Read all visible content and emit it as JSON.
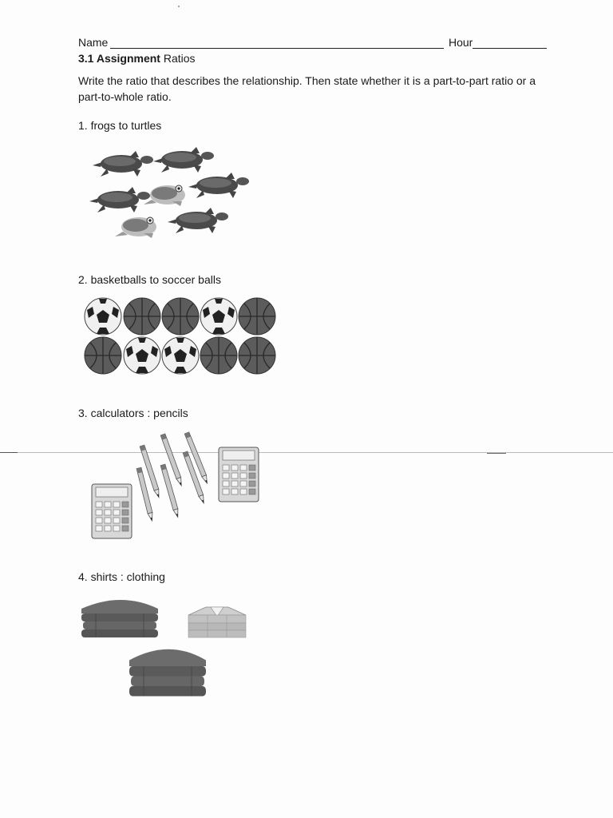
{
  "header": {
    "name_label": "Name",
    "hour_label": "Hour"
  },
  "assignment": {
    "number_bold": "3.1 Assignment",
    "topic": "Ratios"
  },
  "instructions": "Write the ratio that describes the relationship. Then state whether it is a part-to-part ratio or a part-to-whole ratio.",
  "questions": [
    {
      "label": "1. frogs to turtles",
      "picture": "frogs-and-turtles"
    },
    {
      "label": "2. basketballs to soccer balls",
      "picture": "basketballs-and-soccer-balls"
    },
    {
      "label": "3. calculators : pencils",
      "picture": "calculators-and-pencils"
    },
    {
      "label": "4. shirts : clothing",
      "picture": "shirt-stacks"
    }
  ],
  "colors": {
    "ink": "#1a1a1a",
    "picture_gray": "#555555"
  }
}
